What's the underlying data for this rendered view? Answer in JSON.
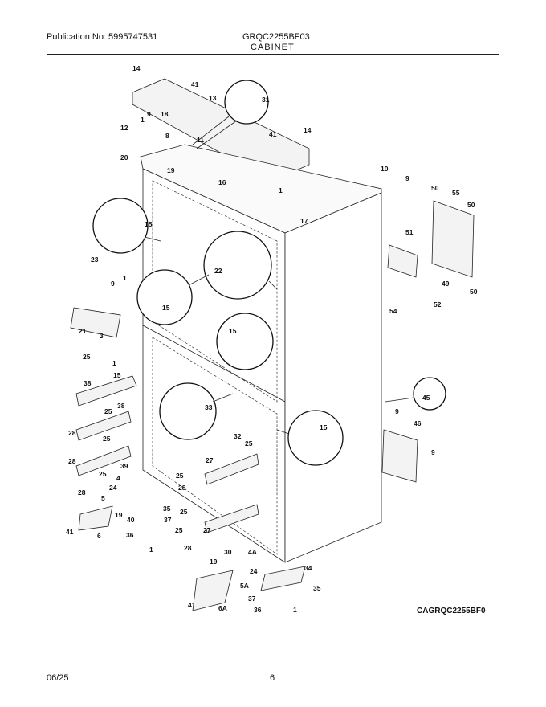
{
  "header": {
    "publication": "Publication No: 5995747531",
    "model": "GRQC2255BF03",
    "section": "CABINET"
  },
  "diagram": {
    "code": "CAGRQC2255BF0",
    "part_labels": [
      "14",
      "41",
      "13",
      "31",
      "9",
      "18",
      "1",
      "12",
      "8",
      "11",
      "41",
      "14",
      "20",
      "19",
      "16",
      "10",
      "9",
      "1",
      "17",
      "50",
      "55",
      "50",
      "15",
      "51",
      "22",
      "23",
      "9",
      "1",
      "15",
      "49",
      "54",
      "52",
      "50",
      "21",
      "15",
      "3",
      "25",
      "1",
      "15",
      "38",
      "25",
      "45",
      "33",
      "38",
      "28",
      "25",
      "9",
      "46",
      "15",
      "32",
      "25",
      "28",
      "39",
      "27",
      "9",
      "25",
      "4",
      "24",
      "28",
      "25",
      "28",
      "5",
      "40",
      "35",
      "25",
      "27",
      "19",
      "37",
      "41",
      "6",
      "36",
      "25",
      "1",
      "28",
      "30",
      "4A",
      "24",
      "34",
      "19",
      "5A",
      "35",
      "41",
      "6A",
      "37",
      "1",
      "36"
    ]
  },
  "footer": {
    "date": "06/25",
    "page": "6"
  }
}
